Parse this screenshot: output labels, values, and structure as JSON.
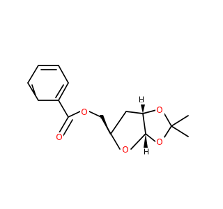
{
  "molecule": {
    "atoms": [
      {
        "element": "O",
        "color": "#ff0000"
      },
      {
        "element": "O",
        "color": "#ff0000"
      },
      {
        "element": "O",
        "color": "#ff0000"
      },
      {
        "element": "O",
        "color": "#ff0000"
      },
      {
        "element": "O",
        "color": "#ff0000"
      },
      {
        "element": "H",
        "color": "#000000"
      },
      {
        "element": "H",
        "color": "#000000"
      }
    ],
    "colors": {
      "bond": "#000000",
      "oxygen": "#ff0000",
      "background": "#ffffff"
    }
  }
}
